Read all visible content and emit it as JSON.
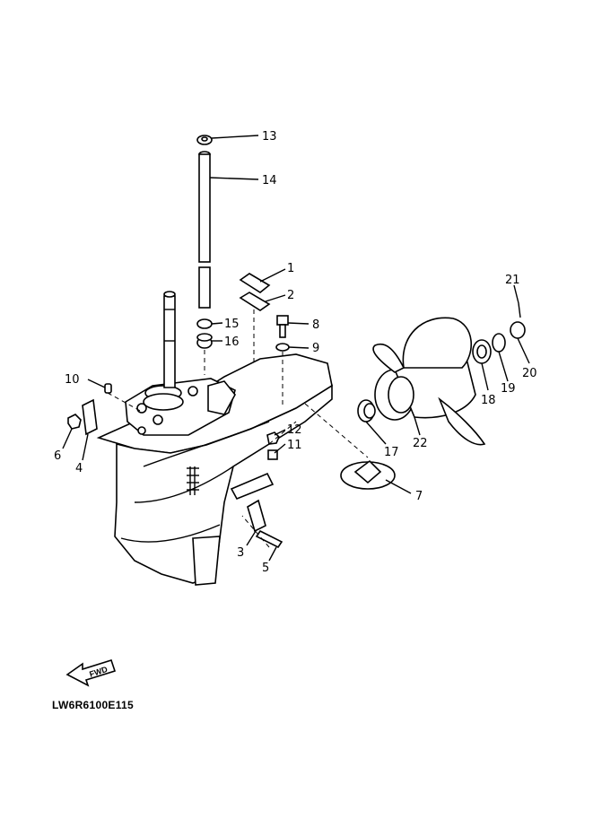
{
  "diagram": {
    "drawing_code": "LW6R6100E115",
    "direction_arrow_label": "FWD",
    "callouts": [
      "1",
      "2",
      "3",
      "4",
      "5",
      "6",
      "7",
      "8",
      "9",
      "10",
      "11",
      "12",
      "13",
      "14",
      "15",
      "16",
      "17",
      "18",
      "19",
      "20",
      "21",
      "22"
    ]
  }
}
